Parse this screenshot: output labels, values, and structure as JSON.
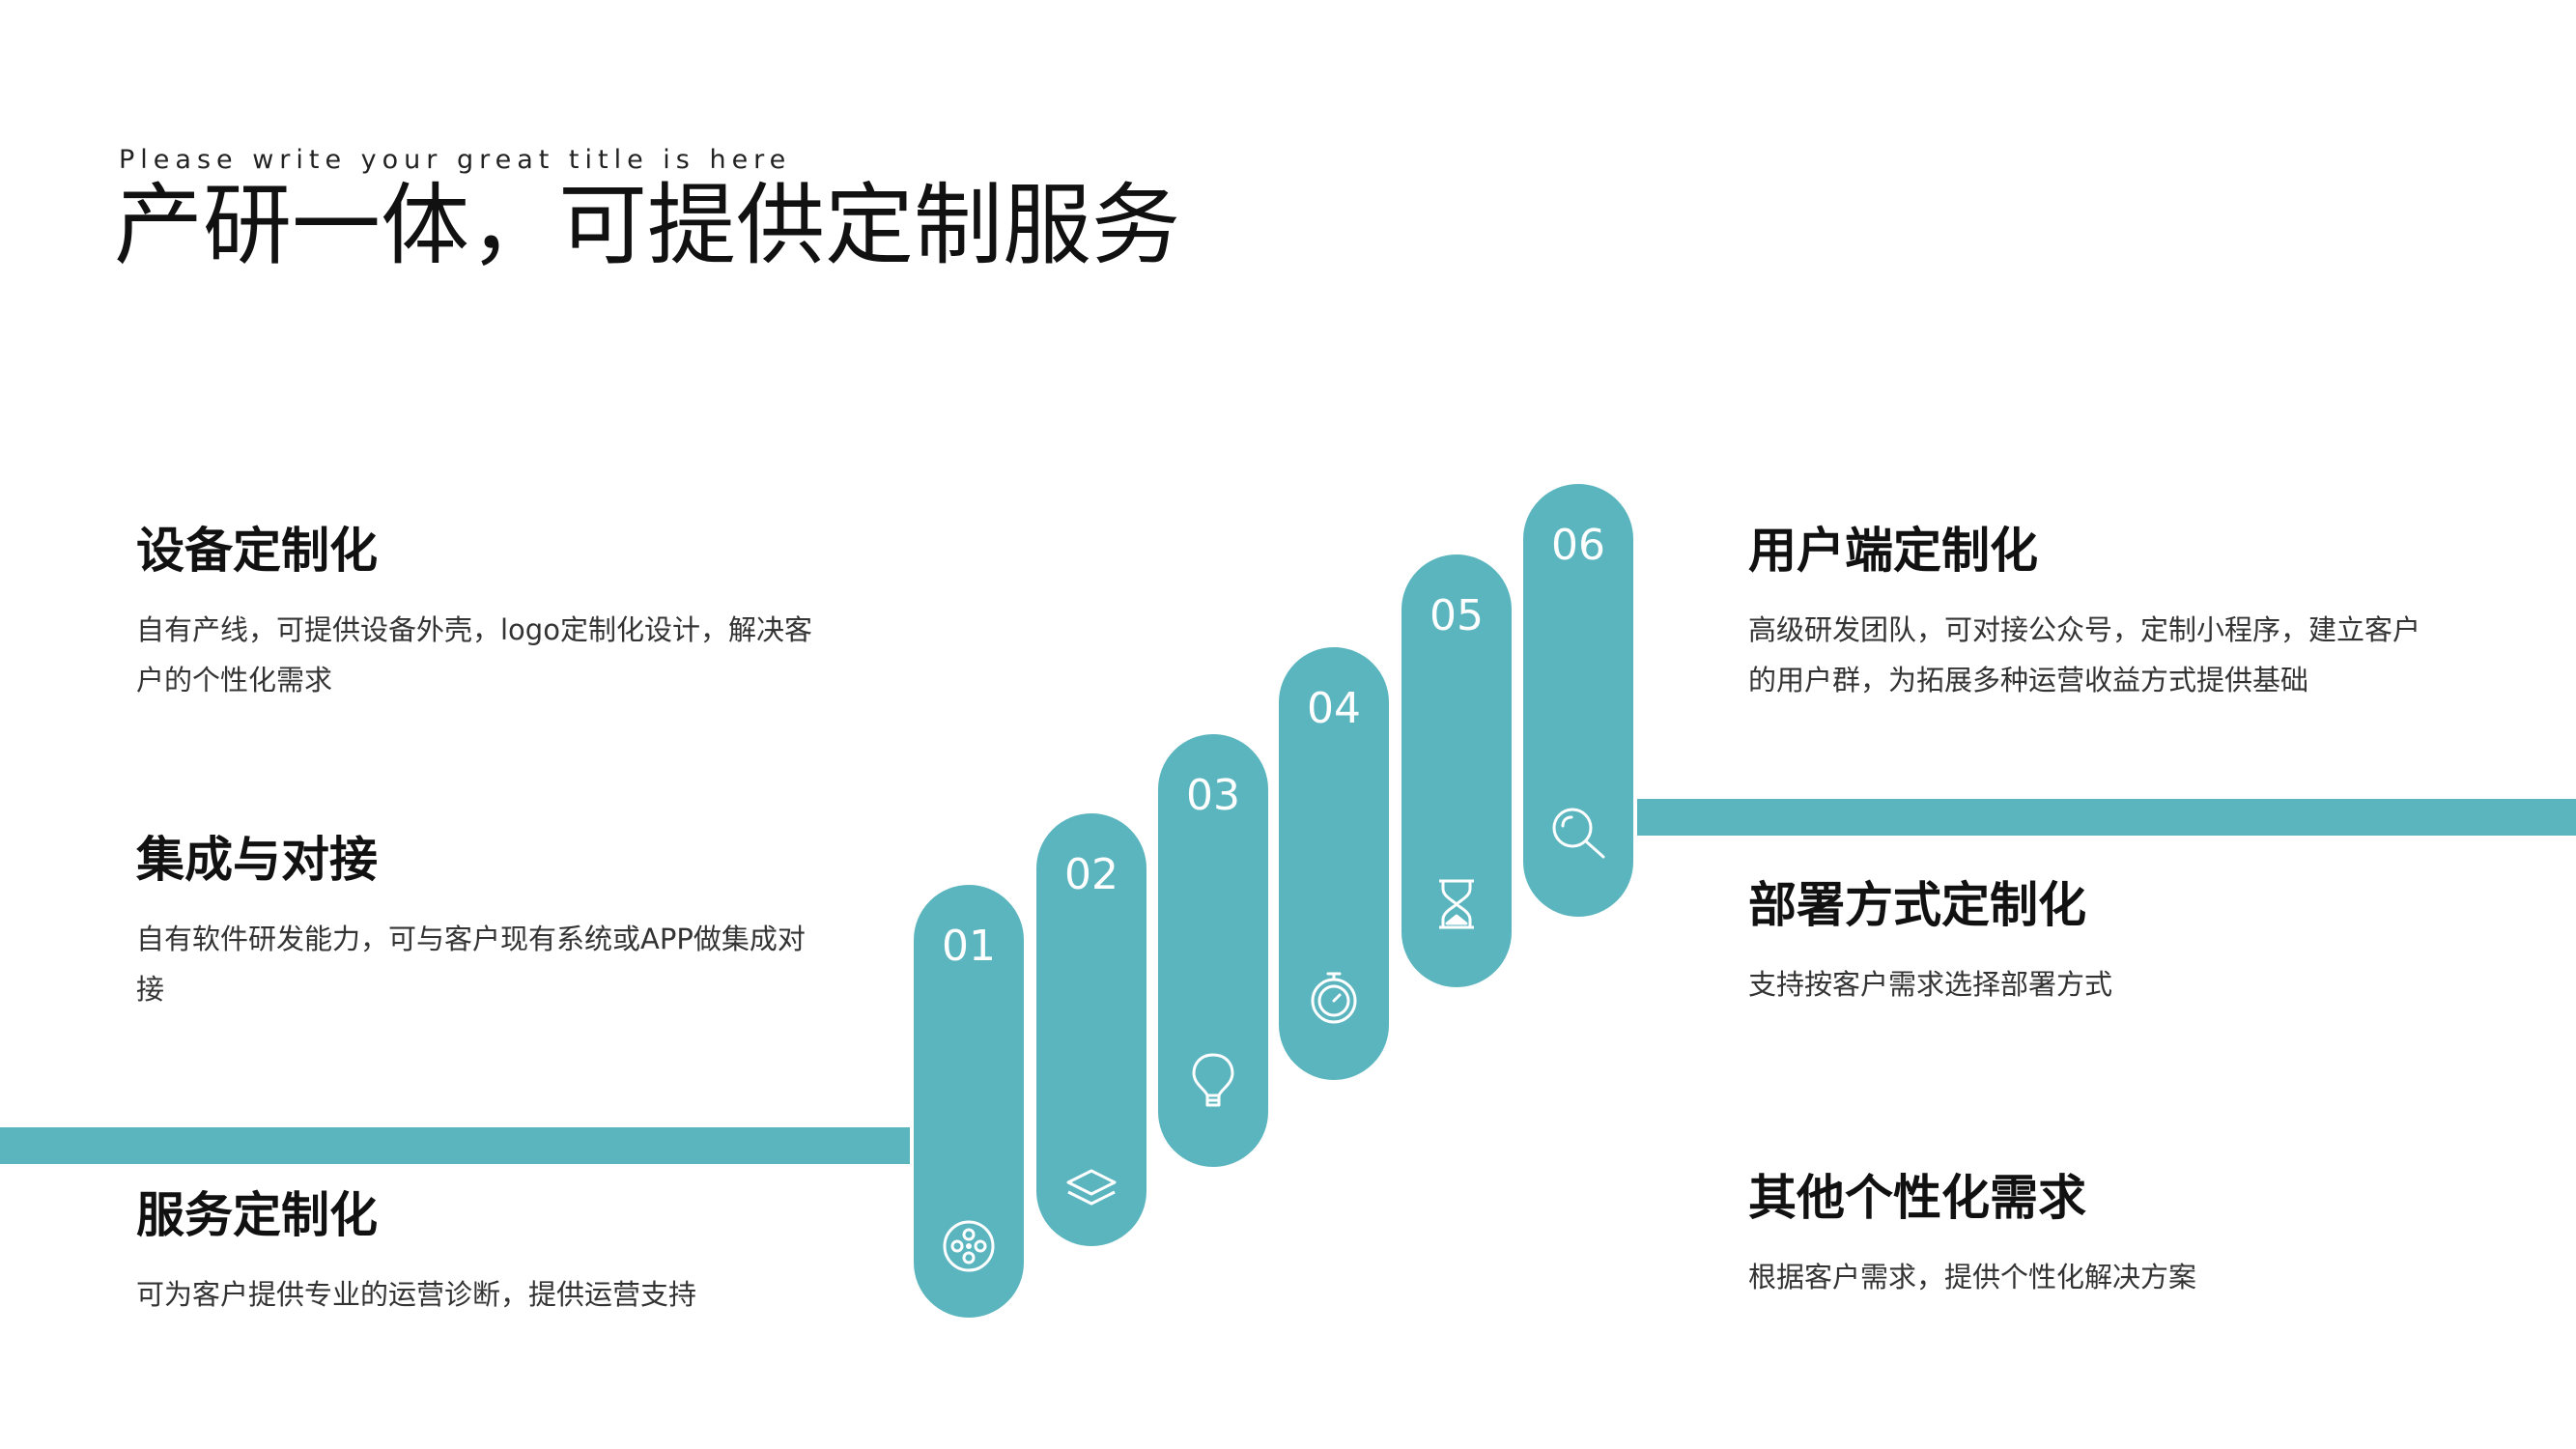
{
  "header": {
    "subtitle": "Please write your great title is here",
    "title": "产研一体，可提供定制服务"
  },
  "left_items": [
    {
      "title": "设备定制化",
      "desc": "自有产线，可提供设备外壳，logo定制化设计，解决客户的个性化需求"
    },
    {
      "title": "集成与对接",
      "desc": "自有软件研发能力，可与客户现有系统或APP做集成对接"
    },
    {
      "title": "服务定制化",
      "desc": "可为客户提供专业的运营诊断，提供运营支持"
    }
  ],
  "right_items": [
    {
      "title": "用户端定制化",
      "desc": "高级研发团队，可对接公众号，定制小程序，建立客户的用户群，为拓展多种运营收益方式提供基础"
    },
    {
      "title": "部署方式定制化",
      "desc": "支持按客户需求选择部署方式"
    },
    {
      "title": "其他个性化需求",
      "desc": "根据客户需求，提供个性化解决方案"
    }
  ],
  "steps": [
    {
      "num": "01",
      "icon": "film-reel-icon"
    },
    {
      "num": "02",
      "icon": "layers-icon"
    },
    {
      "num": "03",
      "icon": "hot-air-balloon-icon"
    },
    {
      "num": "04",
      "icon": "stopwatch-icon"
    },
    {
      "num": "05",
      "icon": "hourglass-icon"
    },
    {
      "num": "06",
      "icon": "search-icon"
    }
  ],
  "colors": {
    "accent": "#5bb5bf",
    "text": "#111111"
  }
}
